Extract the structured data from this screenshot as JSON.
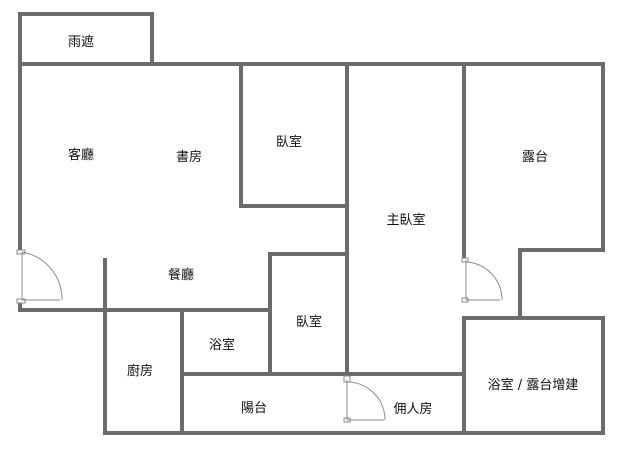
{
  "rooms": {
    "rain_shelter": "雨遮",
    "living_room": "客廳",
    "study": "書房",
    "bedroom_1": "臥室",
    "master_bedroom": "主臥室",
    "terrace": "露台",
    "dining_room": "餐廳",
    "bedroom_2": "臥室",
    "bathroom": "浴室",
    "kitchen": "廚房",
    "balcony": "陽台",
    "maid_room": "佣人房",
    "bath_terrace_addition": "浴室 / 露台增建"
  },
  "colors": {
    "wall": "#6b6b6b",
    "door": "#8a8a8a",
    "background": "#ffffff",
    "text": "#111111"
  }
}
